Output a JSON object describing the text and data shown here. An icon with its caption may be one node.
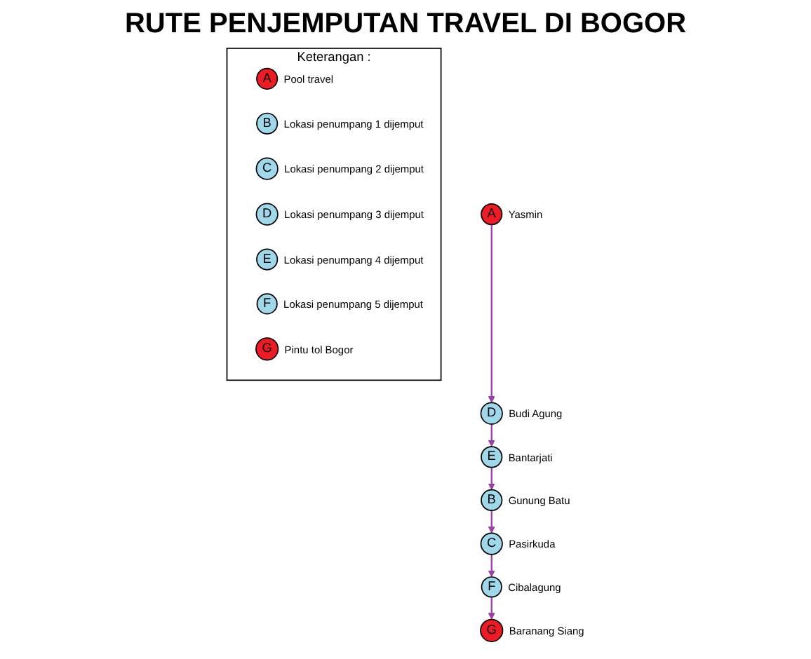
{
  "diagram": {
    "title": "RUTE PENJEMPUTAN TRAVEL DI BOGOR",
    "nodes": [
      {
        "text": [
          "A"
        ],
        "beside": [
          "Yasmin"
        ]
      },
      {
        "text": [
          "D"
        ],
        "beside": [
          "Budi Agung"
        ]
      },
      {
        "text": [
          "E"
        ],
        "beside": [
          "Bantarjati"
        ]
      },
      {
        "text": [
          "B"
        ],
        "beside": [
          "Gunung Batu"
        ]
      },
      {
        "text": [
          "C"
        ],
        "beside": [
          "Pasirkuda"
        ]
      },
      {
        "text": [
          "F"
        ],
        "beside": [
          "Cibalagung"
        ]
      },
      {
        "text": [
          "G"
        ],
        "beside": [
          "Baranang Siang"
        ]
      },
      {
        "text": [
          "Keterangan :"
        ]
      },
      {
        "text": [
          "A"
        ],
        "beside": [
          "Pool travel"
        ],
        "in": 7
      },
      {
        "text": [
          "B"
        ],
        "beside": [
          "Lokasi penumpang 1 dijemput"
        ],
        "in": 7
      },
      {
        "text": [
          "C"
        ],
        "beside": [
          "Lokasi penumpang 2 dijemput"
        ],
        "in": 7
      },
      {
        "text": [
          "D"
        ],
        "beside": [
          "Lokasi penumpang 3 dijemput"
        ],
        "in": 7
      },
      {
        "text": [
          "E"
        ],
        "beside": [
          "Lokasi penumpang 4 dijemput"
        ],
        "in": 7
      },
      {
        "text": [
          "F"
        ],
        "beside": [
          "Lokasi penumpang 5 dijemput"
        ],
        "in": 7
      },
      {
        "text": [
          "G"
        ],
        "beside": [
          "Pintu tol Bogor"
        ],
        "in": 7
      }
    ],
    "edges": [
      {
        "from": 0,
        "to": 1,
        "arrow": "to"
      },
      {
        "from": 1,
        "to": 2,
        "arrow": "to"
      },
      {
        "from": 2,
        "to": 3,
        "arrow": "to"
      },
      {
        "from": 3,
        "to": 4,
        "arrow": "to"
      },
      {
        "from": 4,
        "to": 5,
        "arrow": "to"
      },
      {
        "from": 5,
        "to": 6,
        "arrow": "to"
      }
    ]
  }
}
